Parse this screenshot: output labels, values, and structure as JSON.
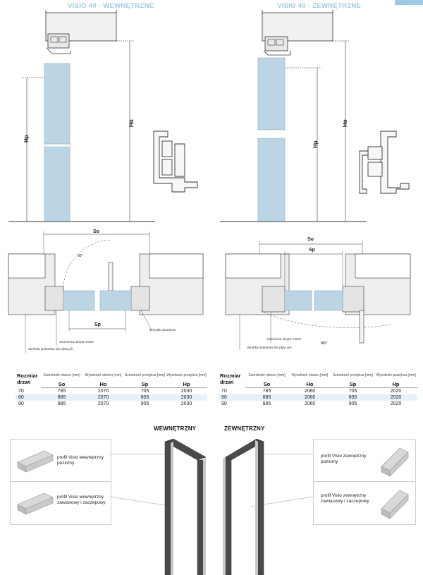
{
  "header": {
    "left_title": "VISIO 40 - WEWNĘTRZNE",
    "right_title": "VISIO 40 - ZEWNĘTRZNE"
  },
  "elevation_left": {
    "label_hp": "Hp",
    "label_ho": "Ho"
  },
  "elevation_right": {
    "label_hp": "Hp",
    "label_ho": "Ho"
  },
  "plan_left": {
    "label_so": "So",
    "label_sp": "Sp",
    "angle": "90°",
    "note_frame": "ościeżnica ukryta VISIO",
    "note_wall": "obróbka tynkarska lub płyta g-k",
    "note_leaf": "skrzydło drzwiowe"
  },
  "plan_right": {
    "label_so": "So",
    "label_sp": "Sp",
    "angle": "180°",
    "note_frame": "ościeżnica ukryta VISIO",
    "note_wall": "obróbka tynkarska lub płyta g-k"
  },
  "table_left": {
    "rozmiar": "Rozmiar drzwi",
    "headers": [
      "Szerokość otworu [mm]",
      "Wysokość otworu [mm]",
      "Szerokość przejścia [mm]",
      "Wysokość przejścia [mm]"
    ],
    "symbols": [
      "So",
      "Ho",
      "Sp",
      "Hp"
    ],
    "rows": [
      [
        "70",
        "785",
        "2070",
        "705",
        "2030"
      ],
      [
        "80",
        "885",
        "2070",
        "805",
        "2030"
      ],
      [
        "90",
        "985",
        "2070",
        "905",
        "2030"
      ]
    ]
  },
  "table_right": {
    "rozmiar": "Rozmiar drzwi",
    "headers": [
      "Szerokość otworu [mm]",
      "Wysokość otworu [mm]",
      "Szerokość przejścia [mm]",
      "Wysokość przejścia [mm]"
    ],
    "symbols": [
      "So",
      "Ho",
      "Sp",
      "Hp"
    ],
    "rows": [
      [
        "70",
        "785",
        "2060",
        "705",
        "2020"
      ],
      [
        "80",
        "885",
        "2060",
        "805",
        "2020"
      ],
      [
        "90",
        "985",
        "2060",
        "905",
        "2020"
      ]
    ]
  },
  "profiles": {
    "left_heading": "WEWNĘTRZNY",
    "right_heading": "ZEWNĘTRZNY",
    "left_top": "profil Visio wewnętrzny poziomy",
    "left_bottom": "profil Visio wewnętrzny zawiasowy i zaczepowy",
    "right_top": "profil Visio zewnętrzny poziomy",
    "right_bottom": "profil Visio zewnętrzny zawiasowy i zaczepowy"
  },
  "colors": {
    "accent": "#9fc8e6",
    "glass": "#bcd5e4",
    "frame": "#4a4a4a"
  }
}
